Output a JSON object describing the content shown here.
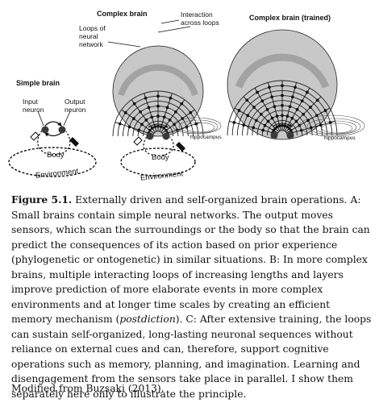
{
  "panels": {
    "complex_brain_title": "Complex brain",
    "complex_trained_title": "Complex brain (trained)",
    "simple_brain_title": "Simple brain",
    "interaction_label": "Interaction across loops",
    "loops_label": "Loops of neural network",
    "input_neuron_label": "Input neuron",
    "output_neuron_label": "Output neuron",
    "body_label": "Body",
    "environment_label": "Environment",
    "hippocampus_label": "hippocampus"
  },
  "caption": {
    "figure_number": "Figure 5.1.",
    "before_italic": "Externally driven and self-organized brain operations. A: Small brains contain simple neural networks. The output moves sensors, which scan the surroundings or the body so that the brain can predict the consequences of its action based on prior experience (phylogenetic or ontogenetic) in similar situations. B: In more complex brains, multiple interacting loops of increasing lengths and layers improve prediction of more elaborate events in more complex environments and at longer time scales by creating an efficient memory mechanism (",
    "italic": "postdiction",
    "after_italic": "). C: After extensive training, the loops can sustain self-organized, long-lasting neuronal sequences without reliance on external cues and can, therefore, support cognitive operations such as memory, planning, and imagination. Learning and disengagement from the sensors take place in parallel. I show them separately here only to illustrate the principle."
  },
  "credit": "Modified from Buzsaki (2013).",
  "colors": {
    "ink": "#111111",
    "shade": "#9a9a9a",
    "neuron": "#3a3a3a"
  }
}
